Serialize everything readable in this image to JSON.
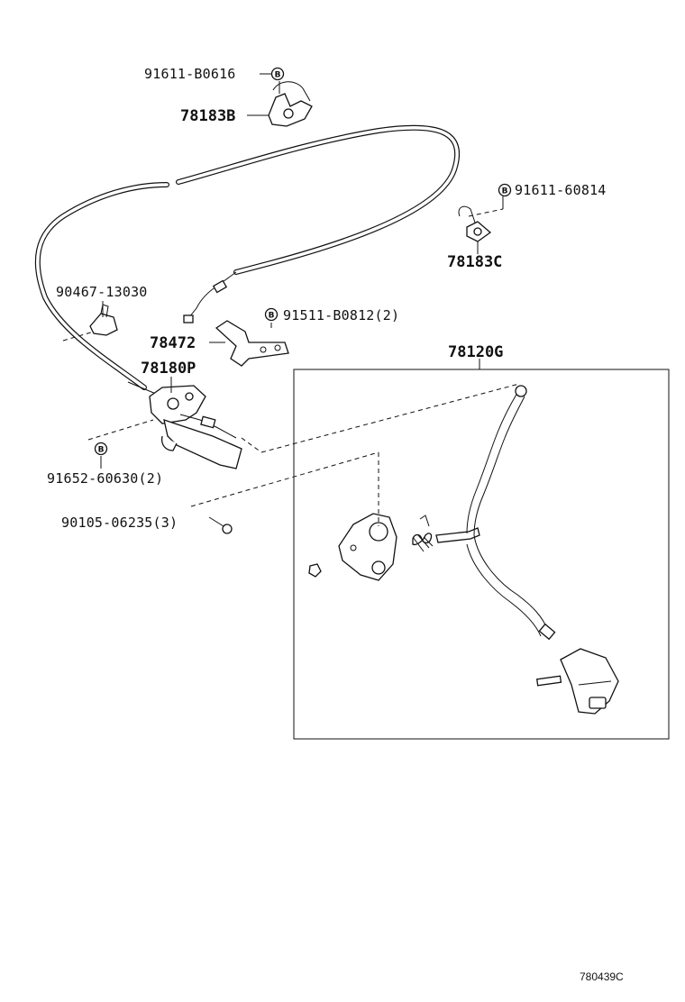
{
  "diagram": {
    "b_marker": "B",
    "callouts": {
      "bolt_top": "91611-B0616",
      "clamp_top": "78183B",
      "bolt_right": "91611-60814",
      "clamp_right": "78183C",
      "clip": "90467-13030",
      "bolt_bracket": "91511-B0812(2)",
      "bracket": "78472",
      "pedal_assembly": "78120G",
      "cable_assembly": "78180P",
      "bolt_left": "91652-60630(2)",
      "screw": "90105-06235(3)"
    },
    "figure_code": "780439C"
  }
}
